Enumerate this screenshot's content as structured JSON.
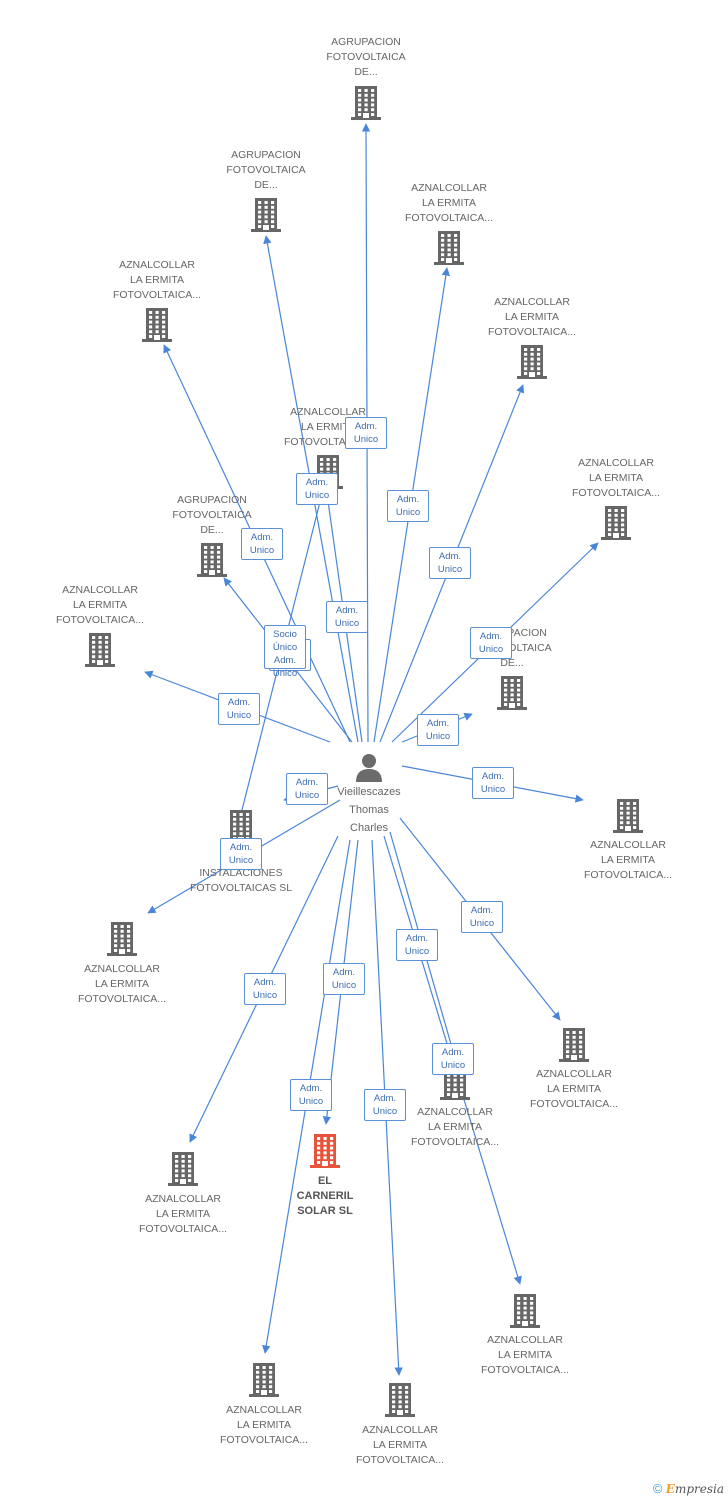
{
  "colors": {
    "edge": "#4a86d8",
    "node": "#666666",
    "focus": "#e8543a",
    "badge_border": "#5b8fd6",
    "badge_text": "#3c6db3"
  },
  "center": {
    "name": "Vieillescazes\nThomas\nCharles",
    "icon": "person-icon"
  },
  "nodes": [
    {
      "label": "AGRUPACION\nFOTOVOLTAICA\nDE..."
    },
    {
      "label": "AGRUPACION\nFOTOVOLTAICA\nDE..."
    },
    {
      "label": "AZNALCOLLAR\nLA ERMITA\nFOTOVOLTAICA..."
    },
    {
      "label": "AZNALCOLLAR\nLA ERMITA\nFOTOVOLTAICA..."
    },
    {
      "label": "AZNALCOLLAR\nLA ERMITA\nFOTOVOLTAICA..."
    },
    {
      "label": "AZNALCOLLAR\nLA ERMITA\nFOTOVOLTAICA..."
    },
    {
      "label": "AZNALCOLLAR\nLA ERMITA\nFOTOVOLTAICA..."
    },
    {
      "label": "AGRUPACION\nFOTOVOLTAICA\nDE..."
    },
    {
      "label": "AZNALCOLLAR\nLA ERMITA\nFOTOVOLTAICA..."
    },
    {
      "label": "AGRUPACION\nFOTOVOLTAICA\nDE..."
    },
    {
      "label": "AZNALCOLLAR\nLA ERMITA\nFOTOVOLTAICA..."
    },
    {
      "label": "INSTALACIONES\nFOTOVOLTAICAS SL"
    },
    {
      "label": "AZNALCOLLAR\nLA ERMITA\nFOTOVOLTAICA..."
    },
    {
      "label": "AZNALCOLLAR\nLA ERMITA\nFOTOVOLTAICA..."
    },
    {
      "label": "AZNALCOLLAR\nLA ERMITA\nFOTOVOLTAICA..."
    },
    {
      "label": "AZNALCOLLAR\nLA ERMITA\nFOTOVOLTAICA..."
    },
    {
      "label": "EL\nCARNERIL\nSOLAR SL",
      "focus": true
    },
    {
      "label": "AZNALCOLLAR\nLA ERMITA\nFOTOVOLTAICA..."
    },
    {
      "label": "AZNALCOLLAR\nLA ERMITA\nFOTOVOLTAICA..."
    },
    {
      "label": "AZNALCOLLAR\nLA ERMITA\nFOTOVOLTAICA..."
    },
    {
      "label": "AGRUPACION\nFOTOVOLTAICA\nDE..."
    }
  ],
  "roles": {
    "adm_unico": "Adm.\nUnico",
    "socio_unico": "Socio\nÚnico\nAdm.\nUnico"
  },
  "footer": {
    "copyright": "©",
    "brand_initial": "E",
    "brand_rest": "mpresia"
  }
}
